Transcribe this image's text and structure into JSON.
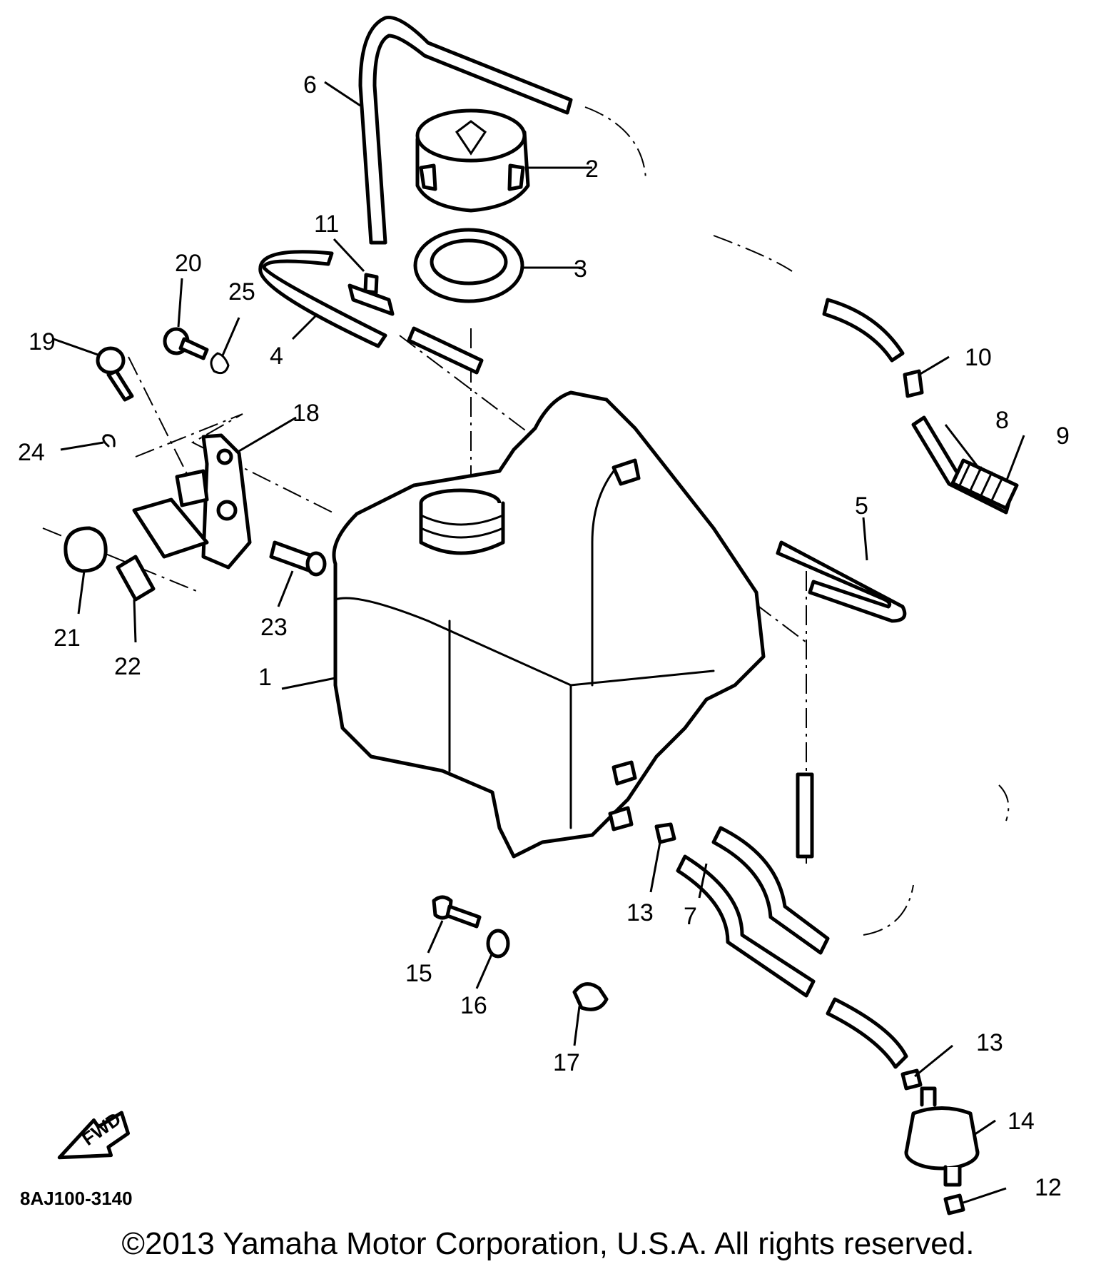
{
  "diagram": {
    "code": "8AJ100-3140",
    "fwd_label": "FWD",
    "callouts": [
      "1",
      "2",
      "3",
      "4",
      "5",
      "6",
      "7",
      "8",
      "9",
      "10",
      "11",
      "12",
      "13",
      "13",
      "14",
      "15",
      "16",
      "17",
      "18",
      "19",
      "20",
      "21",
      "22",
      "23",
      "24",
      "25"
    ]
  },
  "footer": {
    "copyright": "©2013 Yamaha Motor Corporation, U.S.A. All rights reserved."
  }
}
